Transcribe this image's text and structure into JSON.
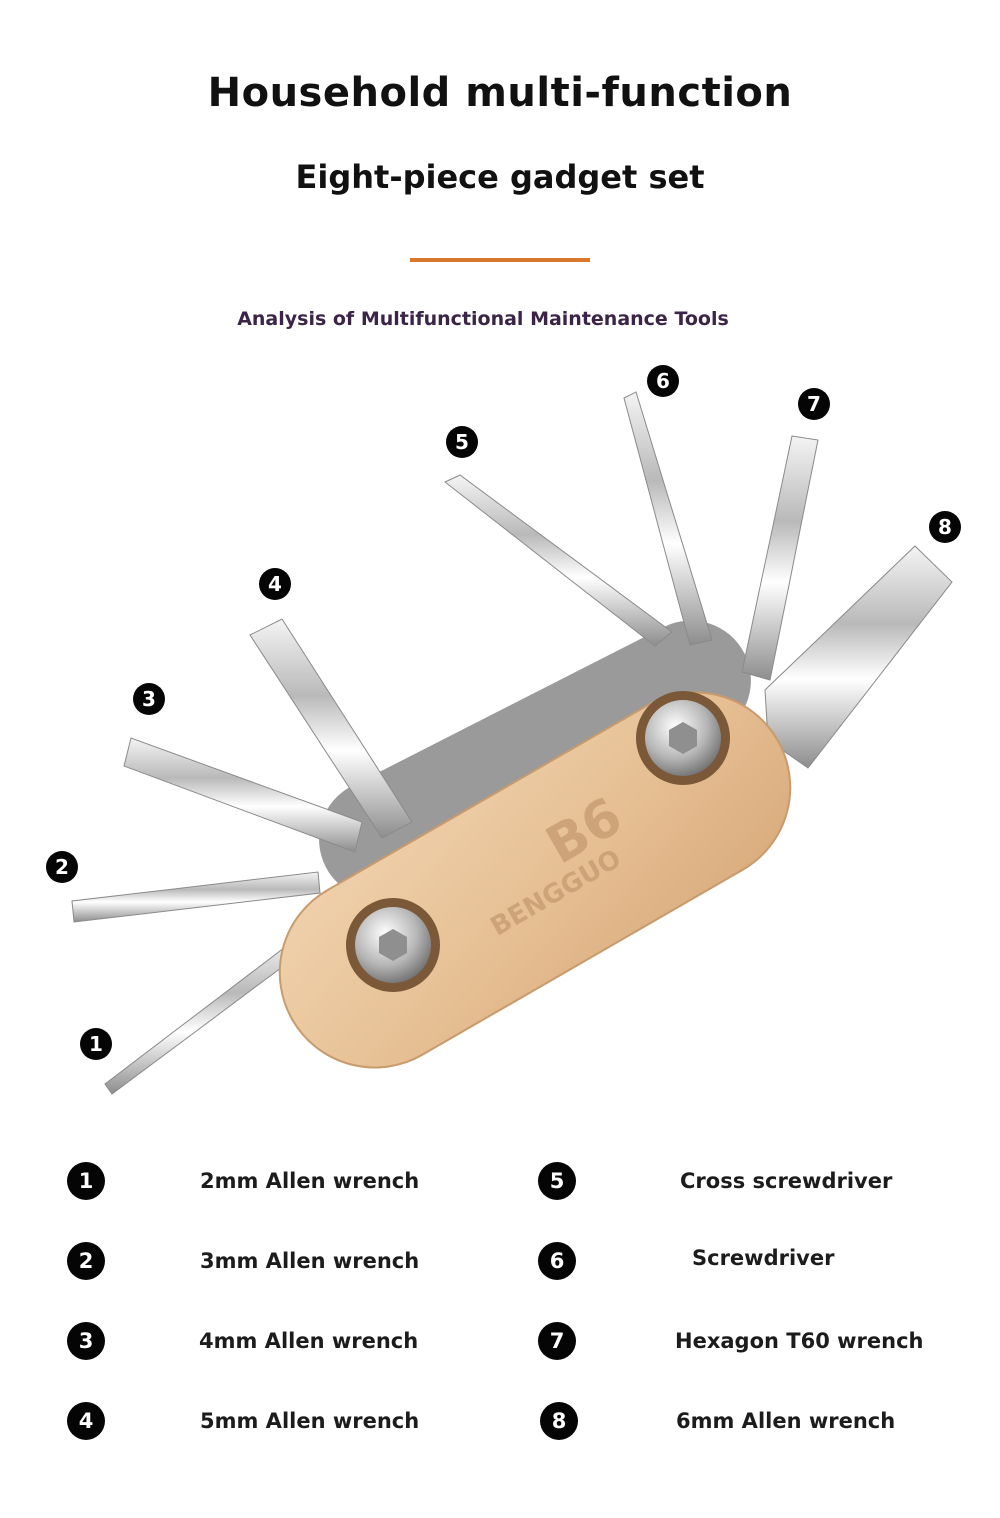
{
  "header": {
    "title": "Household multi-function",
    "subtitle": "Eight-piece gadget set",
    "accent_color": "#d9782a"
  },
  "section": {
    "caption": "Analysis of Multifunctional Maintenance Tools"
  },
  "product": {
    "brand_logo_text": "BENGGUO",
    "callouts": [
      "1",
      "2",
      "3",
      "4",
      "5",
      "6",
      "7",
      "8"
    ]
  },
  "legend": {
    "items": [
      {
        "number": "1",
        "label": "2mm Allen wrench"
      },
      {
        "number": "2",
        "label": "3mm Allen wrench"
      },
      {
        "number": "3",
        "label": "4mm Allen wrench"
      },
      {
        "number": "4",
        "label": "5mm Allen wrench"
      },
      {
        "number": "5",
        "label": "Cross screwdriver"
      },
      {
        "number": "6",
        "label": "Screwdriver"
      },
      {
        "number": "7",
        "label": "Hexagon T60 wrench"
      },
      {
        "number": "8",
        "label": "6mm Allen wrench"
      }
    ]
  }
}
